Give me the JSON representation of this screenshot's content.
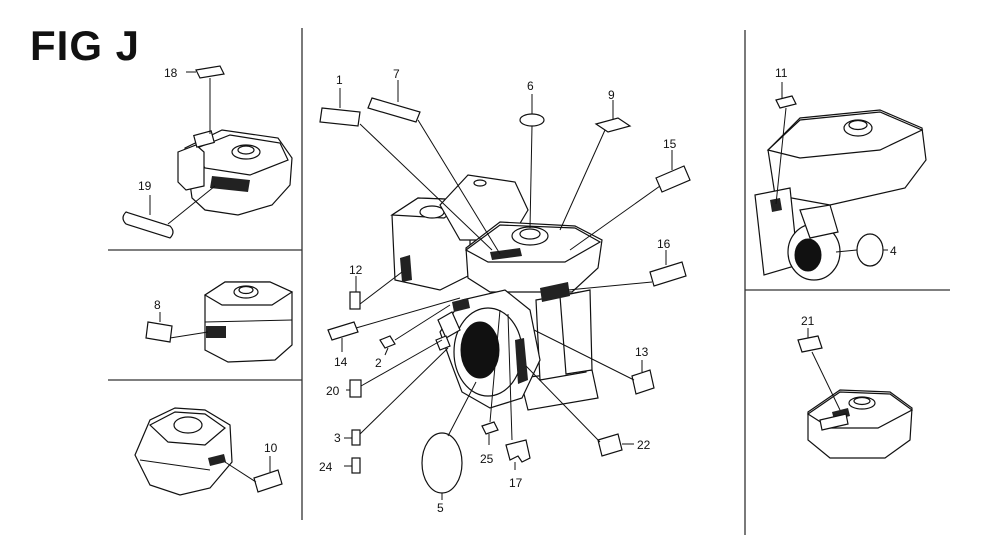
{
  "figure": {
    "title": "FIG J"
  },
  "callouts": {
    "c1": "1",
    "c2": "2",
    "c3": "3",
    "c4": "4",
    "c5": "5",
    "c6": "6",
    "c7": "7",
    "c8": "8",
    "c9": "9",
    "c10": "10",
    "c11": "11",
    "c12": "12",
    "c13": "13",
    "c14": "14",
    "c15": "15",
    "c16": "16",
    "c17": "17",
    "c18": "18",
    "c19": "19",
    "c20": "20",
    "c21": "21",
    "c22": "22",
    "c24": "24",
    "c25": "25"
  }
}
